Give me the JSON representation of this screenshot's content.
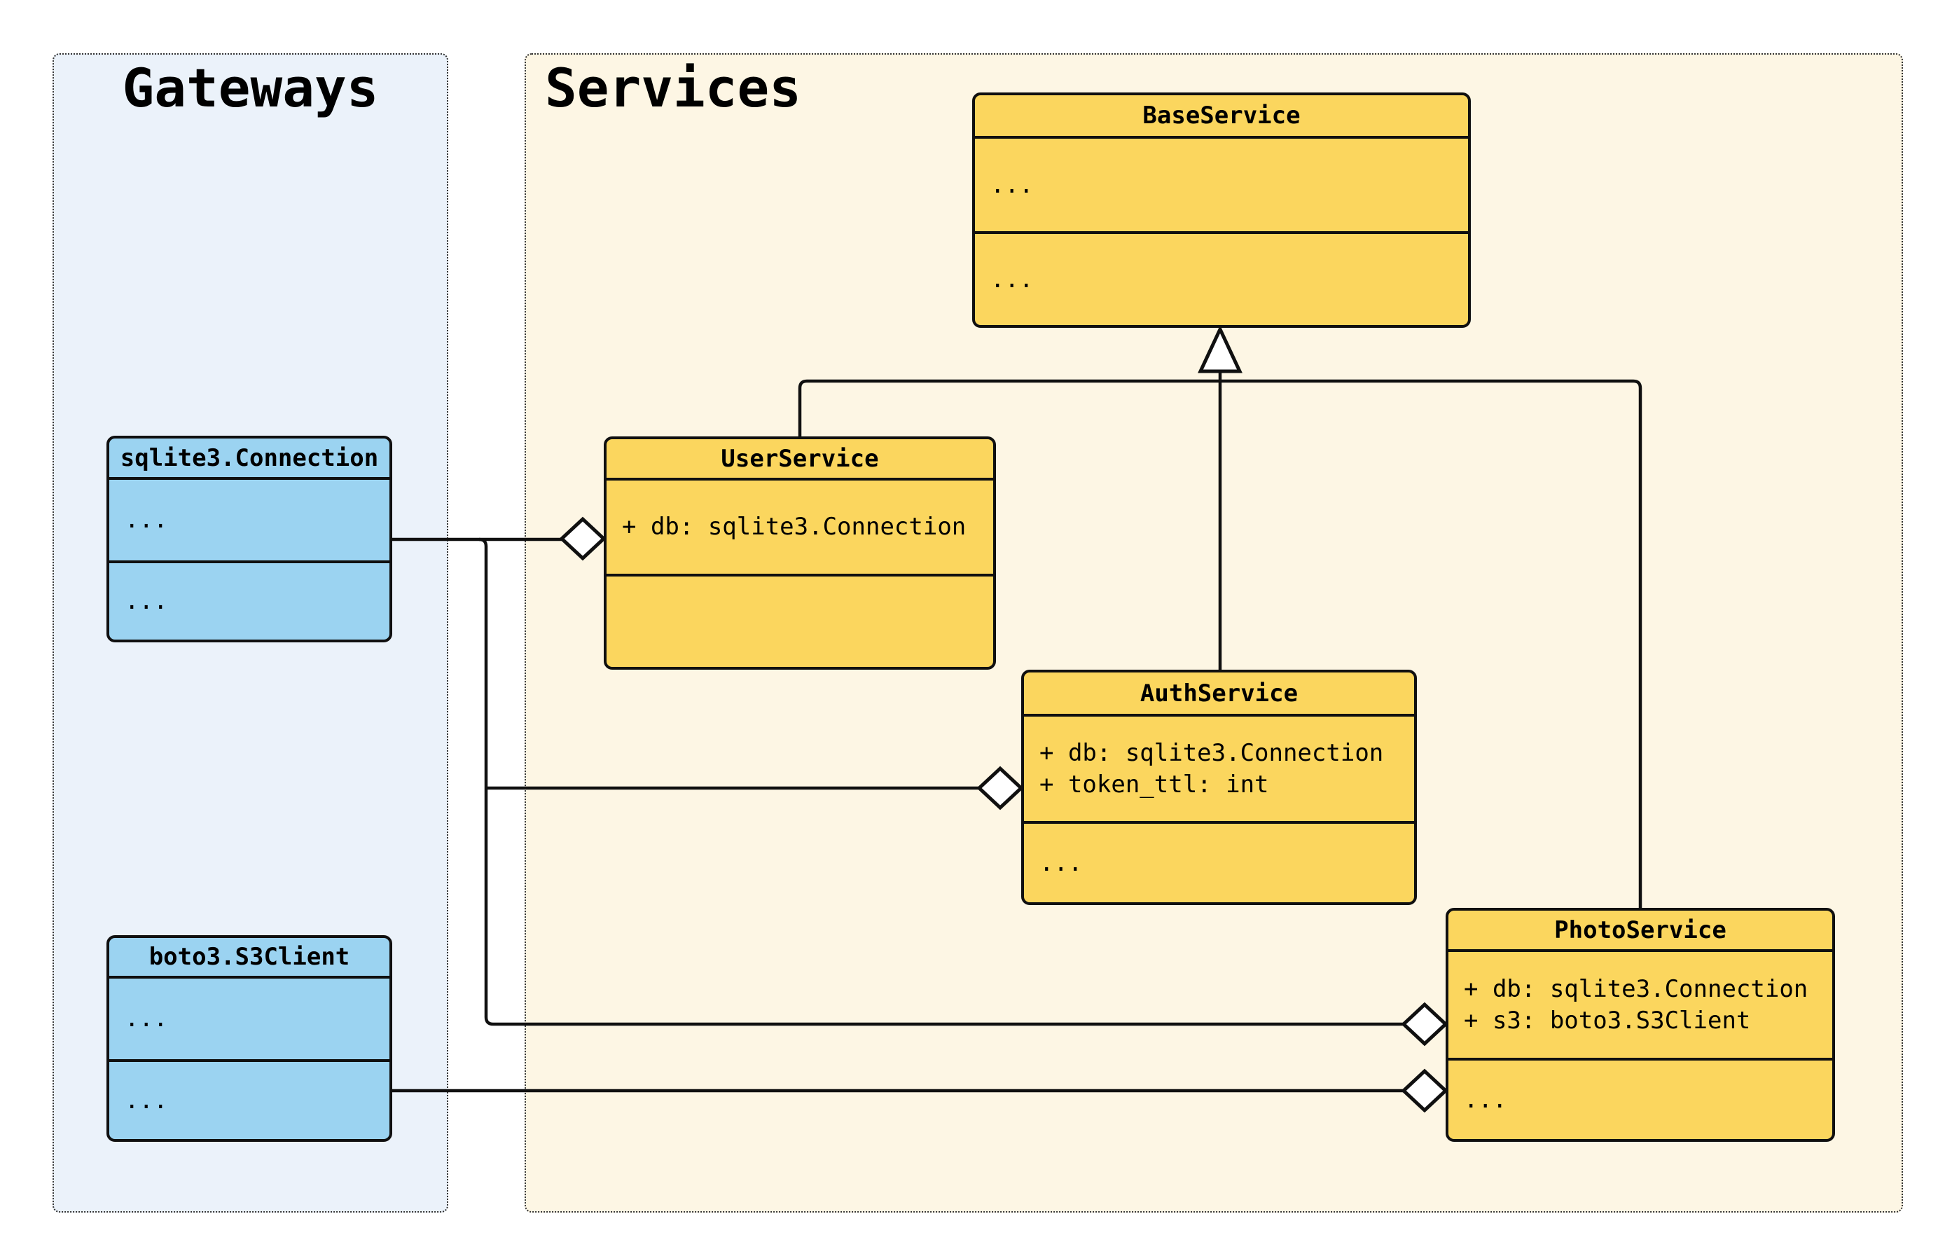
{
  "diagram": {
    "panels": [
      {
        "id": "gateways",
        "label": "Gateways",
        "classes": [
          {
            "name": "sqlite3.Connection",
            "sections": [
              [
                "..."
              ],
              [
                "..."
              ]
            ]
          },
          {
            "name": "boto3.S3Client",
            "sections": [
              [
                "..."
              ],
              [
                "..."
              ]
            ]
          }
        ]
      },
      {
        "id": "services",
        "label": "Services",
        "classes": [
          {
            "name": "BaseService",
            "sections": [
              [
                "..."
              ],
              [
                "..."
              ]
            ]
          },
          {
            "name": "UserService",
            "sections": [
              [
                "+ db: sqlite3.Connection"
              ],
              []
            ]
          },
          {
            "name": "AuthService",
            "sections": [
              [
                "+ db: sqlite3.Connection",
                "+ token_ttl: int"
              ],
              [
                "..."
              ]
            ]
          },
          {
            "name": "PhotoService",
            "sections": [
              [
                "+ db: sqlite3.Connection",
                "+ s3: boto3.S3Client"
              ],
              [
                "..."
              ]
            ]
          }
        ]
      }
    ],
    "relationships": {
      "inheritance": [
        {
          "parent": "BaseService",
          "children": [
            "UserService",
            "AuthService",
            "PhotoService"
          ]
        }
      ],
      "aggregation": [
        {
          "part": "sqlite3.Connection",
          "whole": "UserService"
        },
        {
          "part": "sqlite3.Connection",
          "whole": "AuthService"
        },
        {
          "part": "sqlite3.Connection",
          "whole": "PhotoService"
        },
        {
          "part": "boto3.S3Client",
          "whole": "PhotoService"
        }
      ]
    }
  },
  "colors": {
    "class_yellow": "#FBD65E",
    "class_blue": "#9BD3F1",
    "panel_gateways_bg": "#EBF2FA",
    "panel_services_bg": "#FDF6E4",
    "line": "#101010",
    "panel_border": "#333333"
  }
}
